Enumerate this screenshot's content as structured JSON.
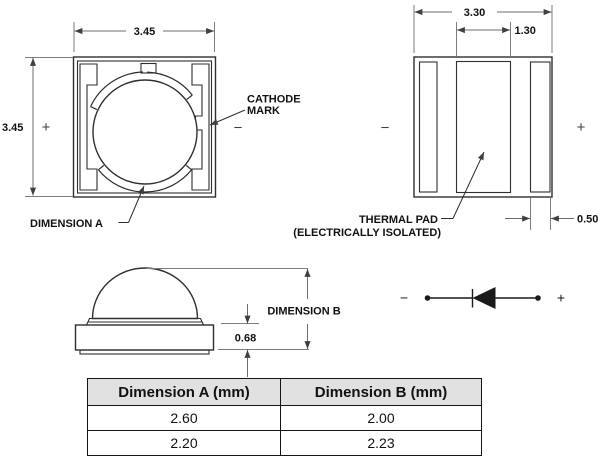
{
  "colors": {
    "outline": "#2f2f2f",
    "dimension_line": "#6e6e6e",
    "text": "#111111",
    "table_header_bg": "#e1e1e1",
    "background": "#ffffff"
  },
  "top_view": {
    "width_dim": "3.45",
    "height_dim": "3.45",
    "plus_sign": "+",
    "minus_sign": "−",
    "cathode_label_line1": "CATHODE",
    "cathode_label_line2": "MARK",
    "dimension_a_label": "DIMENSION A"
  },
  "bottom_view": {
    "overall_width_dim": "3.30",
    "thermal_pad_width_dim": "1.30",
    "side_pad_width_dim": "0.50",
    "minus_sign": "−",
    "plus_sign": "+",
    "thermal_pad_label_line1": "THERMAL PAD",
    "thermal_pad_label_line2": "(ELECTRICALLY ISOLATED)"
  },
  "side_view": {
    "base_height_dim": "0.68",
    "dimension_b_label": "DIMENSION B"
  },
  "schematic": {
    "minus_sign": "−",
    "plus_sign": "+"
  },
  "table": {
    "headers": [
      "Dimension A (mm)",
      "Dimension B (mm)"
    ],
    "rows": [
      [
        "2.60",
        "2.00"
      ],
      [
        "2.20",
        "2.23"
      ]
    ]
  }
}
